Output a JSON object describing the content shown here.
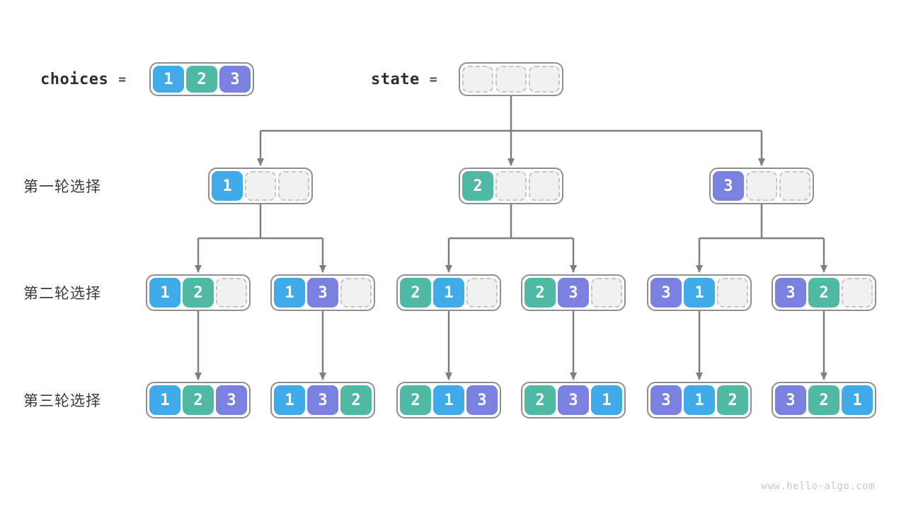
{
  "palette": {
    "cell1": "#41AAE8",
    "cell2": "#4FB9A4",
    "cell3": "#7A81DF",
    "empty_bg": "#F1F1F1",
    "empty_border": "#C6C6C6",
    "box_border": "#8F8F8F",
    "arrow": "#7F7F7F",
    "text_dark": "#2E2E2E",
    "watermark": "#C9C9C9"
  },
  "header": {
    "choices_label": "choices",
    "choices_eq": "=",
    "choices_cells": [
      1,
      2,
      3
    ],
    "state_label": "state",
    "state_eq": "=",
    "state_cells": [
      null,
      null,
      null
    ]
  },
  "rounds": [
    {
      "label": "第一轮选择",
      "nodes": [
        [
          1,
          null,
          null
        ],
        [
          2,
          null,
          null
        ],
        [
          3,
          null,
          null
        ]
      ]
    },
    {
      "label": "第二轮选择",
      "nodes": [
        [
          1,
          2,
          null
        ],
        [
          1,
          3,
          null
        ],
        [
          2,
          1,
          null
        ],
        [
          2,
          3,
          null
        ],
        [
          3,
          1,
          null
        ],
        [
          3,
          2,
          null
        ]
      ]
    },
    {
      "label": "第三轮选择",
      "nodes": [
        [
          1,
          2,
          3
        ],
        [
          1,
          3,
          2
        ],
        [
          2,
          1,
          3
        ],
        [
          2,
          3,
          1
        ],
        [
          3,
          1,
          2
        ],
        [
          3,
          2,
          1
        ]
      ]
    }
  ],
  "watermark": "www.hello-algo.com"
}
